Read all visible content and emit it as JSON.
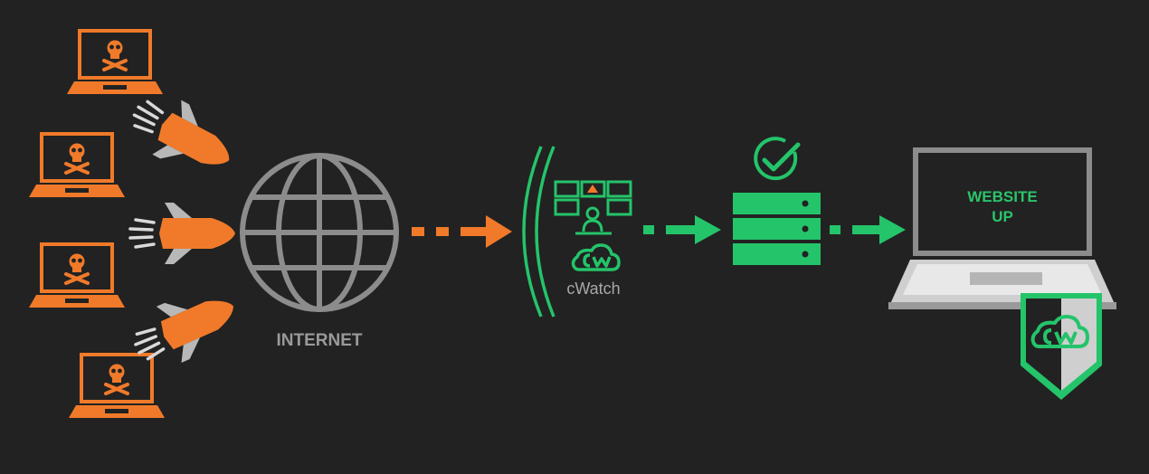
{
  "labels": {
    "internet": "INTERNET",
    "cwatch": "cWatch",
    "website_line1": "WEBSITE",
    "website_line2": "UP"
  },
  "colors": {
    "background": "#222222",
    "attack": "#f07a2a",
    "protect": "#24c46a",
    "neutral": "#8c8c8c",
    "light": "#cfcfcf"
  },
  "icons": {
    "attacker": "laptop-skull-icon",
    "missile": "missile-icon",
    "internet": "globe-icon",
    "firewall": "shield-wall-icon",
    "monitor": "video-wall-icon",
    "cloud": "cloud-cw-icon",
    "verified": "check-circle-icon",
    "server": "server-stack-icon",
    "website": "laptop-icon",
    "shield": "shield-cloud-icon"
  }
}
